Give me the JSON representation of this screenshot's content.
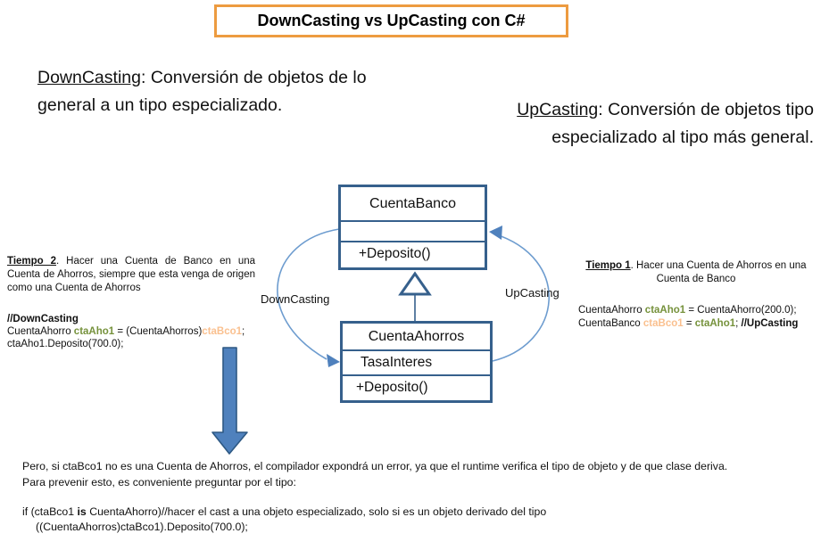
{
  "title": "DownCasting vs UpCasting con C#",
  "definitions": {
    "downcasting": {
      "term": "DownCasting",
      "line1_rest": ": Conversión de objetos de lo",
      "line2": "general a un tipo especializado."
    },
    "upcasting": {
      "term": "UpCasting",
      "line1_rest": ": Conversión de objetos tipo",
      "line2": "especializado al tipo más general."
    }
  },
  "uml": {
    "parent": {
      "name": "CuentaBanco",
      "attributes": "",
      "method": "+Deposito()"
    },
    "child": {
      "name": "CuentaAhorros",
      "attribute": "TasaInteres",
      "method": "+Deposito()"
    },
    "downcast_label": "DownCasting",
    "upcast_label": "UpCasting"
  },
  "tiempo2": {
    "heading": "Tiempo 2",
    "text": ". Hacer una Cuenta de Banco en una Cuenta de Ahorros, siempre que esta venga de origen como una Cuenta  de Ahorros",
    "code": {
      "comment": "//DownCasting",
      "l2_1": "CuentaAhorro ",
      "l2_2": "ctaAho1",
      "l2_3": " = (CuentaAhorros)",
      "l2_4": "ctaBco1",
      "l2_5": ";",
      "l3": "ctaAho1.Deposito(700.0);"
    }
  },
  "tiempo1": {
    "heading": "Tiempo  1",
    "text": ". Hacer una Cuenta de Ahorros en una Cuenta de Banco",
    "code": {
      "l1_1": "CuentaAhorro ",
      "l1_2": "ctaAho1",
      "l1_3": " = CuentaAhorro(200.0);",
      "l2_1": "CuentaBanco ",
      "l2_2": "ctaBco1",
      "l2_3": " = ",
      "l2_4": "ctaAho1",
      "l2_5": "; ",
      "l2_6": "//UpCasting"
    }
  },
  "footer": {
    "line1": "Pero, si ctaBco1  no es una Cuenta de Ahorros, el compilador expondrá un error, ya que el runtime verifica el tipo de objeto y de que clase deriva.",
    "line2": "Para prevenir esto, es conveniente preguntar por el tipo:",
    "code1_1": "if (ctaBco1 ",
    "code1_2": "is",
    "code1_3": " CuentaAhorro)//hacer el cast a una objeto especializado, solo si es un objeto derivado del tipo",
    "code2": "((CuentaAhorros)ctaBco1).Deposito(700.0);"
  },
  "colors": {
    "accent_orange": "#ED9B40",
    "uml_border_blue": "#36608C",
    "arc_blue": "#6D9CCF",
    "arrowhead_blue": "#4F81BD",
    "big_arrow_fill": "#4F81BD",
    "big_arrow_stroke": "#2E5984",
    "code_green": "#76923C",
    "code_orange": "#FAC08F"
  }
}
